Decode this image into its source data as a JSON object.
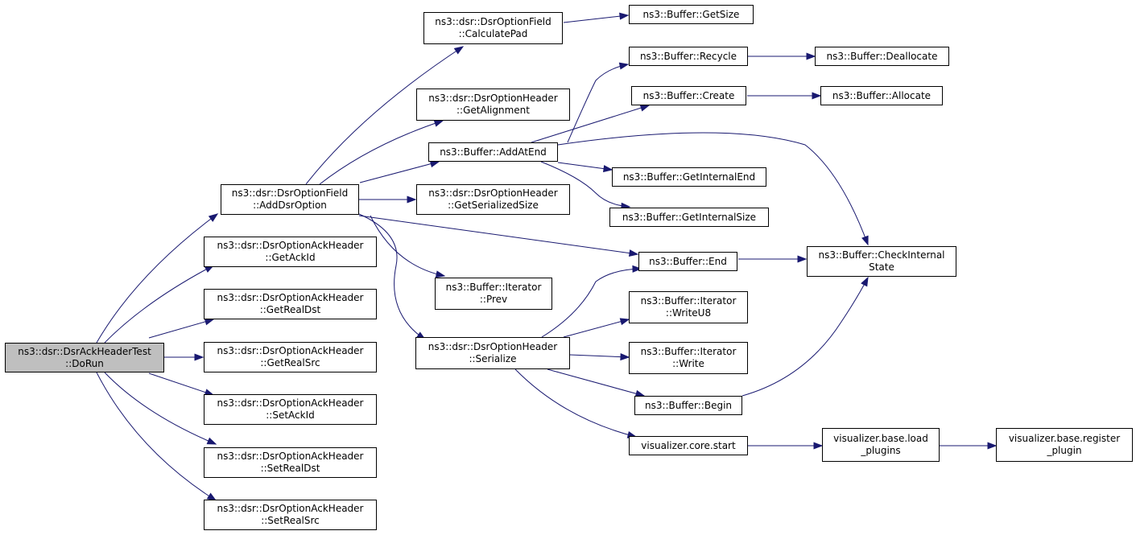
{
  "nodes": [
    {
      "id": "dorun",
      "lines": [
        "ns3::dsr::DsrAckHeaderTest",
        "::DoRun"
      ],
      "root": true
    },
    {
      "id": "adddsroption",
      "lines": [
        "ns3::dsr::DsrOptionField",
        "::AddDsrOption"
      ]
    },
    {
      "id": "getackid",
      "lines": [
        "ns3::dsr::DsrOptionAckHeader",
        "::GetAckId"
      ]
    },
    {
      "id": "getrealdst",
      "lines": [
        "ns3::dsr::DsrOptionAckHeader",
        "::GetRealDst"
      ]
    },
    {
      "id": "getrealsrc",
      "lines": [
        "ns3::dsr::DsrOptionAckHeader",
        "::GetRealSrc"
      ]
    },
    {
      "id": "setackid",
      "lines": [
        "ns3::dsr::DsrOptionAckHeader",
        "::SetAckId"
      ]
    },
    {
      "id": "setrealdst",
      "lines": [
        "ns3::dsr::DsrOptionAckHeader",
        "::SetRealDst"
      ]
    },
    {
      "id": "setrealsrc",
      "lines": [
        "ns3::dsr::DsrOptionAckHeader",
        "::SetRealSrc"
      ]
    },
    {
      "id": "calculatepad",
      "lines": [
        "ns3::dsr::DsrOptionField",
        "::CalculatePad"
      ]
    },
    {
      "id": "getalignment",
      "lines": [
        "ns3::dsr::DsrOptionHeader",
        "::GetAlignment"
      ]
    },
    {
      "id": "addatend",
      "lines": [
        "ns3::Buffer::AddAtEnd"
      ]
    },
    {
      "id": "getserializedsize",
      "lines": [
        "ns3::dsr::DsrOptionHeader",
        "::GetSerializedSize"
      ]
    },
    {
      "id": "iterprev",
      "lines": [
        "ns3::Buffer::Iterator",
        "::Prev"
      ]
    },
    {
      "id": "serialize",
      "lines": [
        "ns3::dsr::DsrOptionHeader",
        "::Serialize"
      ]
    },
    {
      "id": "getsize",
      "lines": [
        "ns3::Buffer::GetSize"
      ]
    },
    {
      "id": "recycle",
      "lines": [
        "ns3::Buffer::Recycle"
      ]
    },
    {
      "id": "create",
      "lines": [
        "ns3::Buffer::Create"
      ]
    },
    {
      "id": "getinternalend",
      "lines": [
        "ns3::Buffer::GetInternalEnd"
      ]
    },
    {
      "id": "getinternalsize",
      "lines": [
        "ns3::Buffer::GetInternalSize"
      ]
    },
    {
      "id": "end",
      "lines": [
        "ns3::Buffer::End"
      ]
    },
    {
      "id": "writeu8",
      "lines": [
        "ns3::Buffer::Iterator",
        "::WriteU8"
      ]
    },
    {
      "id": "write",
      "lines": [
        "ns3::Buffer::Iterator",
        "::Write"
      ]
    },
    {
      "id": "begin",
      "lines": [
        "ns3::Buffer::Begin"
      ]
    },
    {
      "id": "vizstart",
      "lines": [
        "visualizer.core.start"
      ]
    },
    {
      "id": "deallocate",
      "lines": [
        "ns3::Buffer::Deallocate"
      ]
    },
    {
      "id": "allocate",
      "lines": [
        "ns3::Buffer::Allocate"
      ]
    },
    {
      "id": "checkinternalstate",
      "lines": [
        "ns3::Buffer::CheckInternal",
        "State"
      ]
    },
    {
      "id": "loadplugins",
      "lines": [
        "visualizer.base.load",
        "_plugins"
      ]
    },
    {
      "id": "registerplugin",
      "lines": [
        "visualizer.base.register",
        "_plugin"
      ]
    }
  ],
  "edges": [
    [
      "dorun",
      "adddsroption"
    ],
    [
      "dorun",
      "getackid"
    ],
    [
      "dorun",
      "getrealdst"
    ],
    [
      "dorun",
      "getrealsrc"
    ],
    [
      "dorun",
      "setackid"
    ],
    [
      "dorun",
      "setrealdst"
    ],
    [
      "dorun",
      "setrealsrc"
    ],
    [
      "adddsroption",
      "calculatepad"
    ],
    [
      "adddsroption",
      "getalignment"
    ],
    [
      "adddsroption",
      "addatend"
    ],
    [
      "adddsroption",
      "getserializedsize"
    ],
    [
      "adddsroption",
      "iterprev"
    ],
    [
      "adddsroption",
      "serialize"
    ],
    [
      "adddsroption",
      "end"
    ],
    [
      "calculatepad",
      "getsize"
    ],
    [
      "addatend",
      "recycle"
    ],
    [
      "addatend",
      "create"
    ],
    [
      "addatend",
      "getinternalend"
    ],
    [
      "addatend",
      "getinternalsize"
    ],
    [
      "addatend",
      "checkinternalstate"
    ],
    [
      "recycle",
      "deallocate"
    ],
    [
      "create",
      "allocate"
    ],
    [
      "end",
      "checkinternalstate"
    ],
    [
      "begin",
      "checkinternalstate"
    ],
    [
      "serialize",
      "end"
    ],
    [
      "serialize",
      "writeu8"
    ],
    [
      "serialize",
      "write"
    ],
    [
      "serialize",
      "begin"
    ],
    [
      "serialize",
      "vizstart"
    ],
    [
      "vizstart",
      "loadplugins"
    ],
    [
      "loadplugins",
      "registerplugin"
    ]
  ]
}
